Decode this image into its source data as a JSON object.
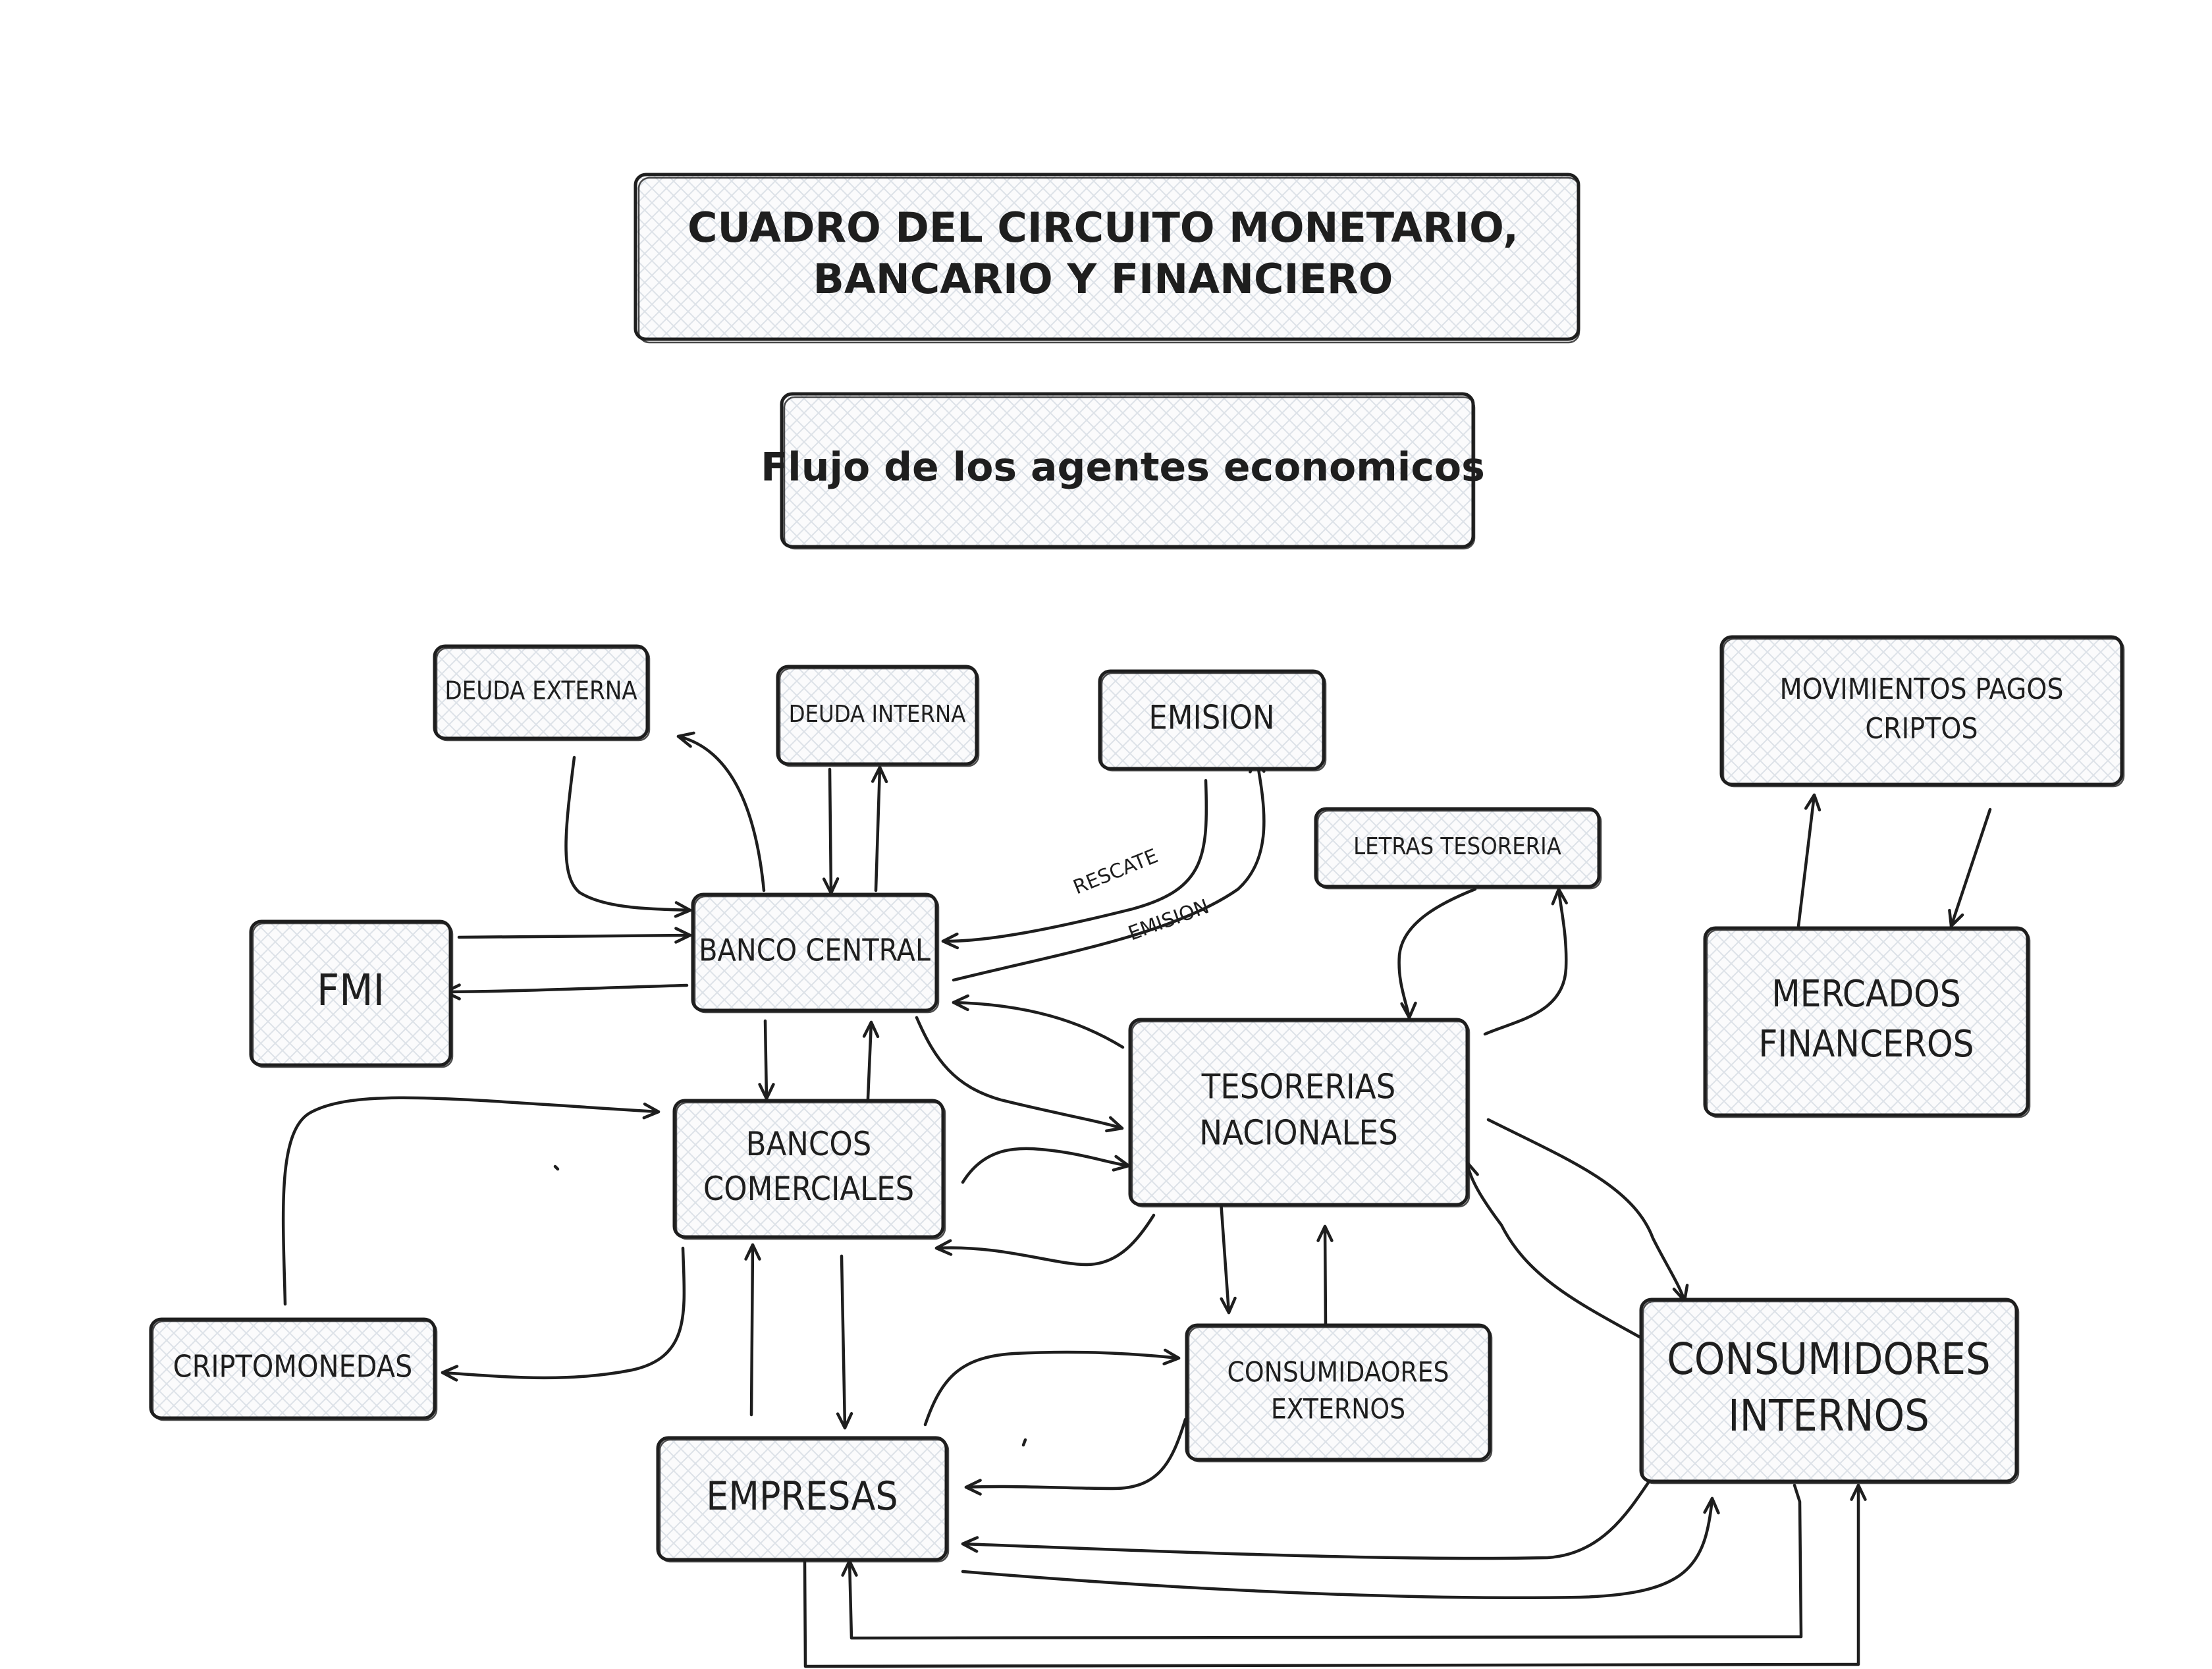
{
  "title": {
    "line1": "CUADRO DEL CIRCUITO MONETARIO,",
    "line2": "BANCARIO Y FINANCIERO"
  },
  "subtitle": "Flujo de los agentes economicos",
  "nodes": {
    "deuda_externa": {
      "lines": [
        "DEUDA EXTERNA"
      ]
    },
    "deuda_interna": {
      "lines": [
        "DEUDA INTERNA"
      ]
    },
    "emision": {
      "lines": [
        "EMISION"
      ]
    },
    "movimientos": {
      "lines": [
        "MOVIMIENTOS PAGOS",
        "CRIPTOS"
      ]
    },
    "letras": {
      "lines": [
        "LETRAS TESORERIA"
      ]
    },
    "fmi": {
      "lines": [
        "FMI"
      ]
    },
    "banco_central": {
      "lines": [
        "BANCO CENTRAL"
      ]
    },
    "mercados": {
      "lines": [
        "MERCADOS",
        "FINANCEROS"
      ]
    },
    "tesorerias": {
      "lines": [
        "TESORERIAS",
        "NACIONALES"
      ]
    },
    "bancos_comerciales": {
      "lines": [
        "BANCOS",
        "COMERCIALES"
      ]
    },
    "criptomonedas": {
      "lines": [
        "CRIPTOMONEDAS"
      ]
    },
    "consumidores_externos": {
      "lines": [
        "CONSUMIDAORES",
        "EXTERNOS"
      ]
    },
    "consumidores_internos": {
      "lines": [
        "CONSUMIDORES",
        "INTERNOS"
      ]
    },
    "empresas": {
      "lines": [
        "EMPRESAS"
      ]
    }
  },
  "edge_labels": {
    "rescate": "RESCATE",
    "emision": "EMISION"
  },
  "colors": {
    "stroke": "#1e1e1e",
    "hatch": "#dde2e8",
    "background": "#ffffff"
  }
}
